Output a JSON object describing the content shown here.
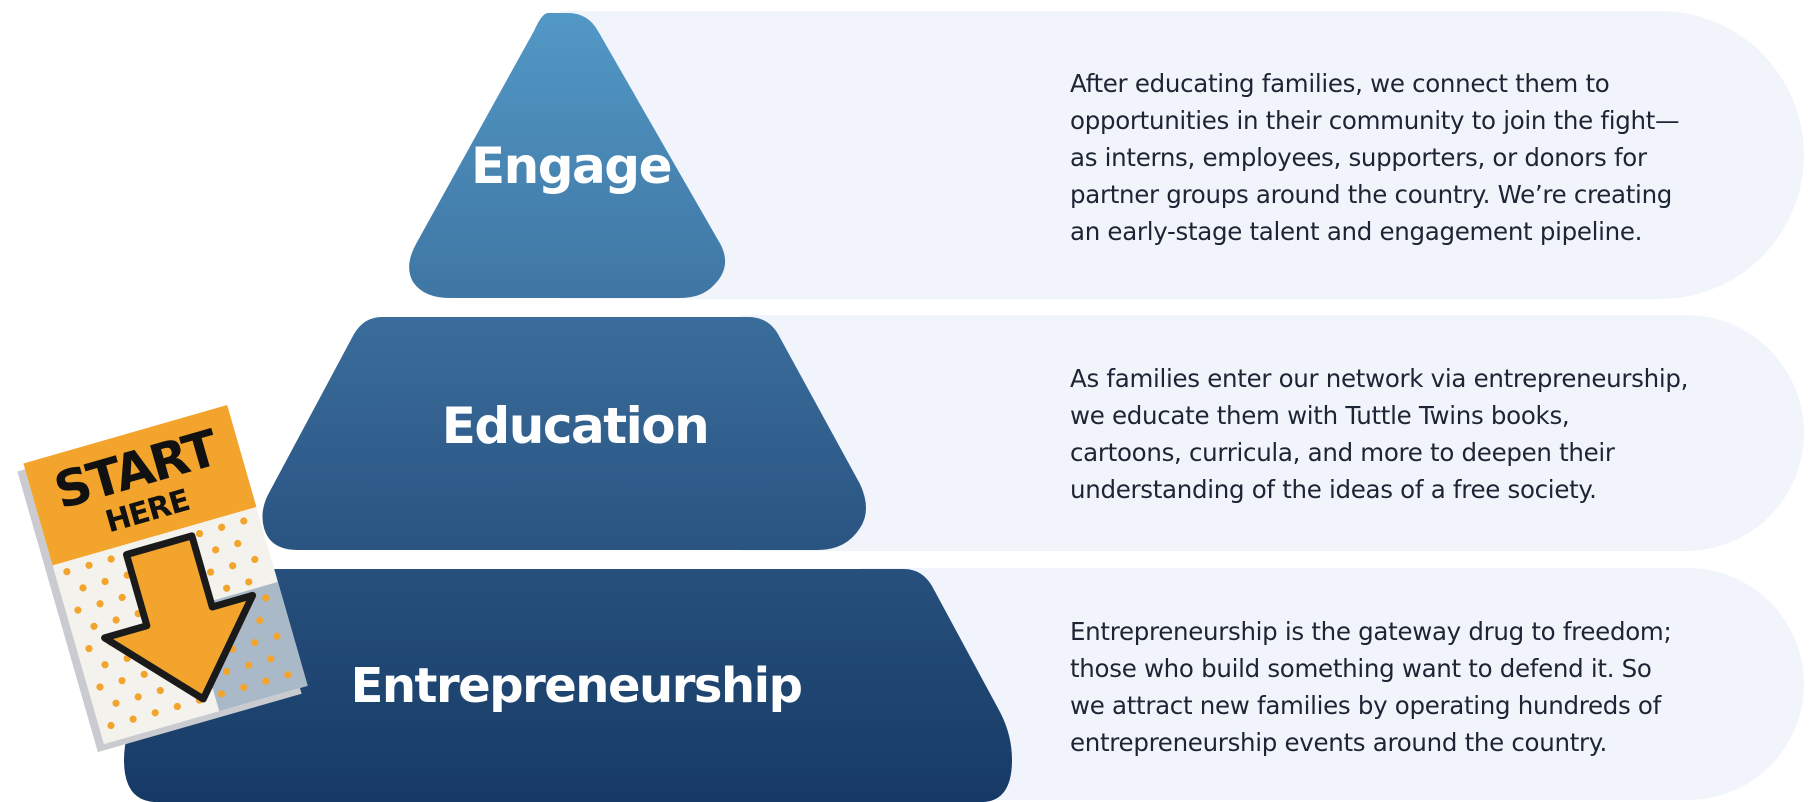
{
  "diagram": {
    "colors": {
      "band": "#f1f5fb",
      "tier_top": "#5298c6",
      "tier_mid": "#3a6d9b",
      "tier_bottom": "#1a3f6a",
      "label": "#ffffff",
      "sticker_orange": "#f2a42c",
      "sticker_paper": "#f4f2ec"
    },
    "tiers": [
      {
        "label": "Engage",
        "description": [
          "After educating families, we connect them to",
          "opportunities in their community to join the fight—",
          "as interns, employees, supporters, or donors for",
          "partner groups around the country. We’re creating",
          "an early-stage talent and engagement pipeline."
        ]
      },
      {
        "label": "Education",
        "description": [
          "As families enter our network via entrepreneurship,",
          "we educate them with Tuttle Twins books,",
          "cartoons, curricula, and more to deepen their",
          "understanding of the ideas of a free society."
        ]
      },
      {
        "label": "Entrepreneurship",
        "description": [
          "Entrepreneurship is the gateway drug to freedom;",
          "those who build something want to defend it. So",
          "we attract new families by operating hundreds of",
          "entrepreneurship events around the country."
        ]
      }
    ],
    "sticker": {
      "line1": "START",
      "line2": "HERE",
      "icon": "down-arrow-icon"
    }
  }
}
